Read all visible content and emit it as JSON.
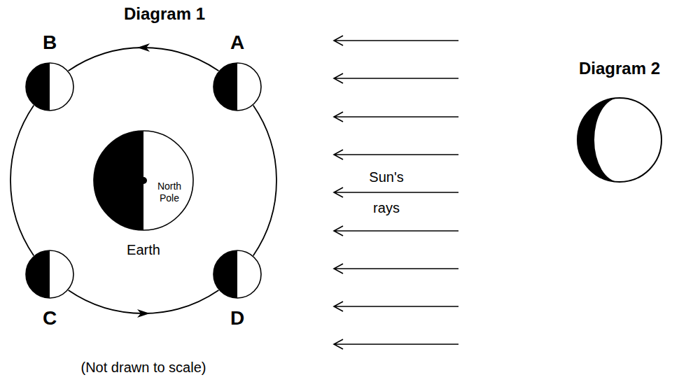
{
  "diagram": {
    "nodes": [
      {
        "text": [
          "B"
        ]
      },
      {
        "text": [
          "A"
        ]
      },
      {
        "text": [
          "North Pole",
          "Earth"
        ]
      },
      {
        "text": [
          "C"
        ]
      },
      {
        "text": [
          "D"
        ]
      }
    ],
    "edges": [
      {
        "from": 1,
        "to": 0,
        "arrow": "to"
      },
      {
        "from": 0,
        "to": 3,
        "arrow": "none"
      },
      {
        "from": 3,
        "to": 4,
        "arrow": "to"
      },
      {
        "from": 4,
        "to": 1,
        "arrow": "none"
      }
    ],
    "labels": [
      "Diagram 1",
      "Diagram 2",
      "Sun's rays",
      "(Not drawn to scale)"
    ]
  }
}
